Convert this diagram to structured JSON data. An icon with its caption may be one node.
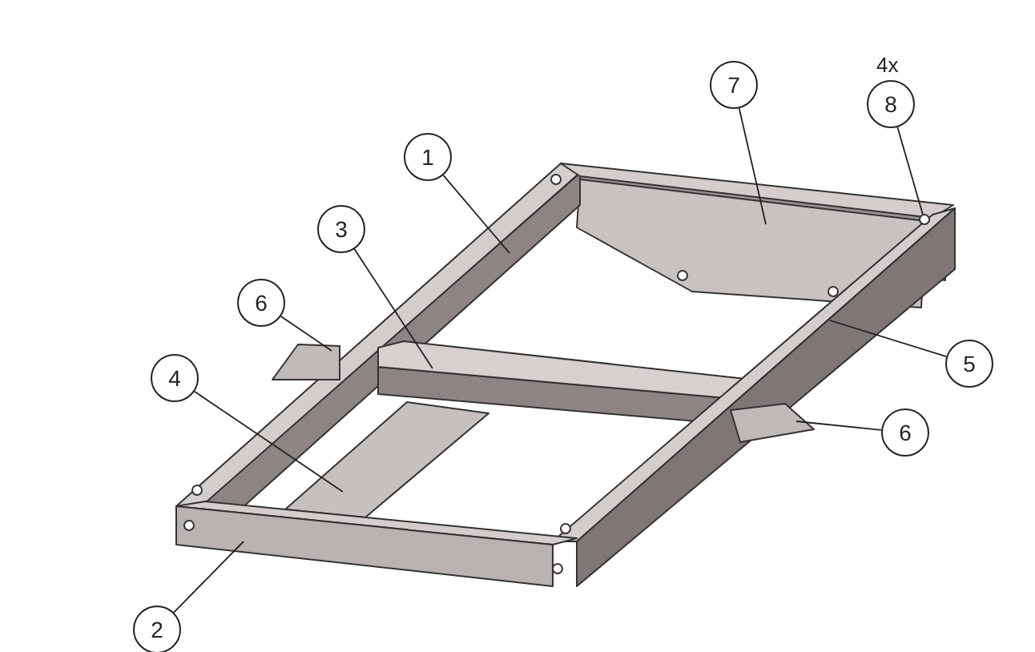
{
  "diagram": {
    "nodes": [
      {
        "text": [
          "7"
        ]
      },
      {
        "text": [
          "8"
        ],
        "beside": [
          "4x"
        ]
      },
      {
        "text": [
          "1"
        ]
      },
      {
        "text": [
          "3"
        ]
      },
      {
        "text": [
          "6"
        ]
      },
      {
        "text": [
          "5"
        ]
      },
      {
        "text": [
          "4"
        ]
      },
      {
        "text": [
          "6"
        ]
      },
      {
        "text": [
          "2"
        ]
      }
    ],
    "edges": [
      {
        "from": 0,
        "to": null,
        "arrow": "none"
      },
      {
        "from": 1,
        "to": null,
        "arrow": "none"
      },
      {
        "from": 2,
        "to": null,
        "arrow": "none"
      },
      {
        "from": 3,
        "to": null,
        "arrow": "none"
      },
      {
        "from": 4,
        "to": null,
        "arrow": "none"
      },
      {
        "from": 5,
        "to": null,
        "arrow": "none"
      },
      {
        "from": 6,
        "to": null,
        "arrow": "none"
      },
      {
        "from": 7,
        "to": null,
        "arrow": "none"
      },
      {
        "from": 8,
        "to": null,
        "arrow": "none"
      }
    ]
  }
}
